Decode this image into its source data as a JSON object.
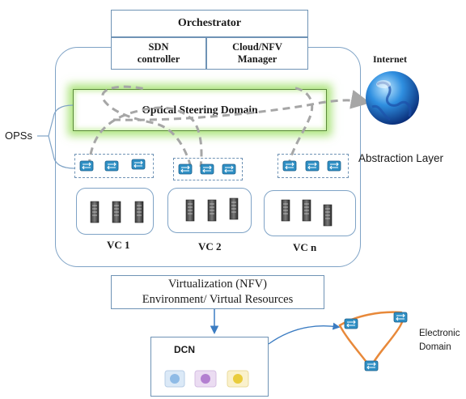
{
  "orchestrator": "Orchestrator",
  "sdn_controller": "SDN controller",
  "sdn_line1": "SDN",
  "sdn_line2": "controller",
  "cloud_line1": "Cloud/NFV",
  "cloud_line2": "Manager",
  "optical_domain": "Optical Steering Domain",
  "internet": "Internet",
  "opss": "OPSs",
  "abstraction_layer": "Abstraction Layer",
  "vc_labels": [
    "VC 1",
    "VC 2",
    "VC n"
  ],
  "virtualization_line1": "Virtualization (NFV)",
  "virtualization_line2": "Environment/ Virtual Resources",
  "dcn": "DCN",
  "electronic_line1": "Electronic",
  "electronic_line2": "Domain",
  "icons": {
    "switch": "optical-switch-icon",
    "server": "server-rack-icon",
    "globe": "internet-globe-icon",
    "resource": "virtual-resource-icon"
  },
  "colors": {
    "box_border": "#6f93b5",
    "glow": "#96dc5a",
    "dashed_path": "#a6a6a6",
    "ring": "#e8893a",
    "switch": "#2e8fc4",
    "connector": "#3b7cc2"
  }
}
